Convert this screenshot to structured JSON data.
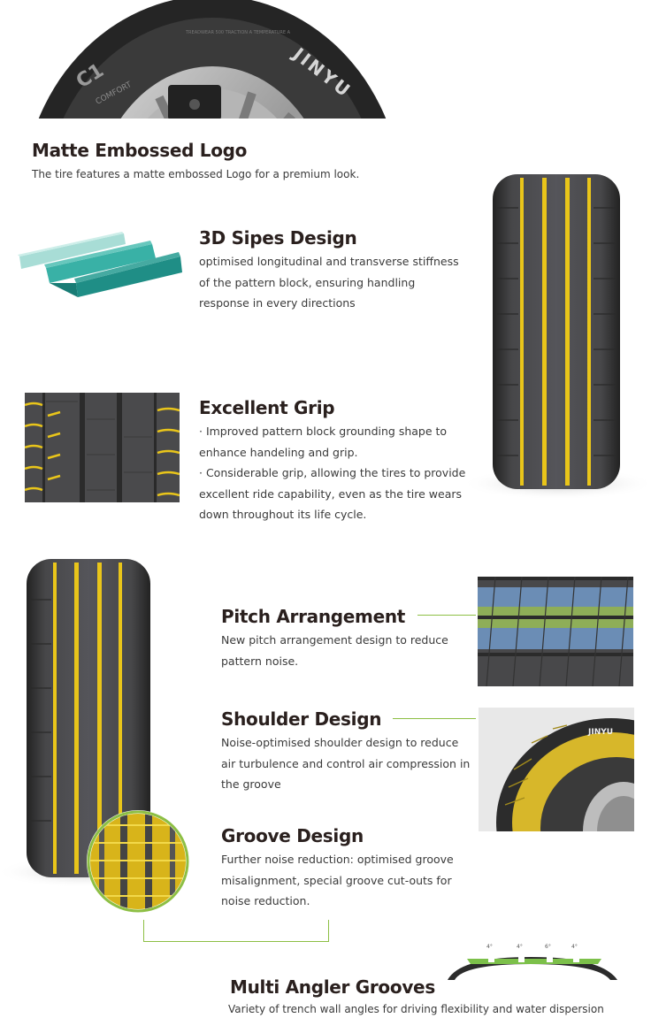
{
  "hero": {
    "brand": "JINYU",
    "model": "C1",
    "series": "COMFORT",
    "sidewall_text": "TREADWEAR 500 TRACTION A TEMPERATURE A"
  },
  "sections": {
    "logo": {
      "title": "Matte Embossed Logo",
      "text": "The tire features a matte embossed Logo for a premium look."
    },
    "sipes": {
      "title": "3D Sipes Design",
      "lines": [
        "optimised longitudinal and transverse stiffness",
        "of the pattern block, ensuring handling",
        "response in every directions"
      ]
    },
    "grip": {
      "title": "Excellent Grip",
      "lines": [
        "· Improved pattern block grounding shape to",
        "enhance handeling and grip.",
        "· Considerable grip, allowing the tires to provide",
        "excellent ride capability, even as the tire wears",
        "down throughout its life cycle."
      ]
    },
    "pitch": {
      "title": "Pitch Arrangement",
      "lines": [
        "New pitch arrangement design to reduce",
        "pattern noise."
      ]
    },
    "shoulder": {
      "title": "Shoulder Design",
      "lines": [
        "Noise-optimised shoulder design to reduce",
        "air turbulence and control air compression in",
        "the groove"
      ]
    },
    "groove": {
      "title": "Groove  Design",
      "lines": [
        "Further noise reduction: optimised groove",
        "misalignment, special groove cut-outs for",
        "noise reduction."
      ]
    },
    "angler": {
      "title": "Multi Angler Grooves",
      "text": "Variety of trench wall angles for driving flexibility and water dispersion",
      "angle_labels": [
        "4°",
        "4°",
        "6°",
        "4°"
      ]
    }
  },
  "colors": {
    "accent_green": "#8dbf44",
    "groove_yellow": "#e9c51a",
    "teal": "#2aa39a",
    "tread_dark": "#3c3c3e"
  }
}
